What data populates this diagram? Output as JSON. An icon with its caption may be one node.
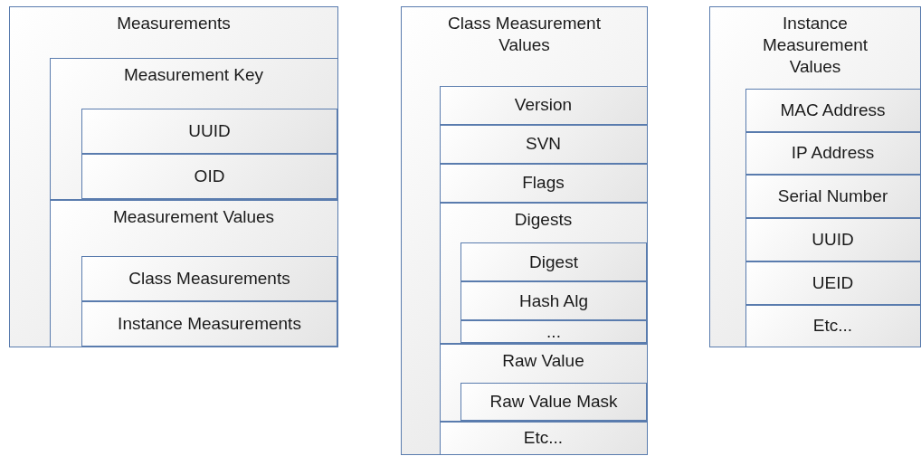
{
  "diagram": {
    "nodes": [
      {
        "text": [
          "Measurements"
        ]
      },
      {
        "text": [
          "Measurement Key"
        ],
        "in": 0
      },
      {
        "text": [
          "UUID"
        ],
        "in": 1
      },
      {
        "text": [
          "OID"
        ],
        "in": 1
      },
      {
        "text": [
          "Measurement Values"
        ],
        "in": 0
      },
      {
        "text": [
          "Class Measurements"
        ],
        "in": 4
      },
      {
        "text": [
          "Instance Measurements"
        ],
        "in": 4
      },
      {
        "text": [
          "Class Measurement Values"
        ]
      },
      {
        "text": [
          "Version"
        ],
        "in": 7
      },
      {
        "text": [
          "SVN"
        ],
        "in": 7
      },
      {
        "text": [
          "Flags"
        ],
        "in": 7
      },
      {
        "text": [
          "Digests"
        ],
        "in": 7
      },
      {
        "text": [
          "Digest"
        ],
        "in": 11
      },
      {
        "text": [
          "Hash Alg"
        ],
        "in": 11
      },
      {
        "text": [
          "..."
        ],
        "in": 11
      },
      {
        "text": [
          "Raw Value"
        ],
        "in": 7
      },
      {
        "text": [
          "Raw Value Mask"
        ],
        "in": 15
      },
      {
        "text": [
          "Etc..."
        ],
        "in": 7
      },
      {
        "text": [
          "Instance Measurement Values"
        ]
      },
      {
        "text": [
          "MAC Address"
        ],
        "in": 18
      },
      {
        "text": [
          "IP Address"
        ],
        "in": 18
      },
      {
        "text": [
          "Serial Number"
        ],
        "in": 18
      },
      {
        "text": [
          "UUID"
        ],
        "in": 18
      },
      {
        "text": [
          "UEID"
        ],
        "in": 18
      },
      {
        "text": [
          "Etc..."
        ],
        "in": 18
      }
    ],
    "edges": []
  }
}
